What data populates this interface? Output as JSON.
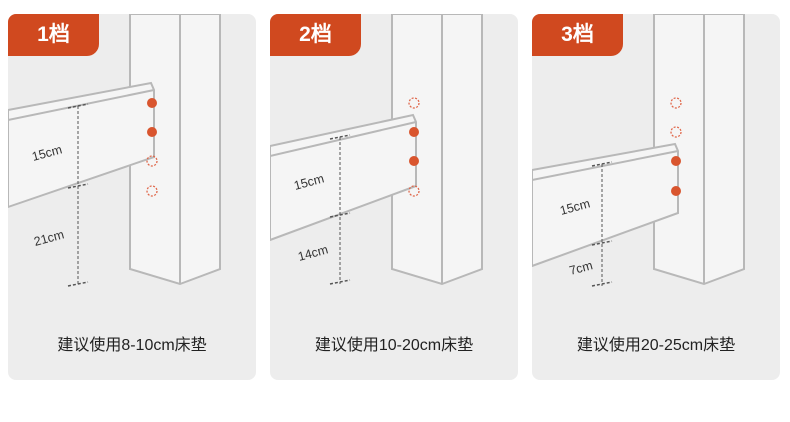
{
  "colors": {
    "card_background": "#ededed",
    "badge_background": "#d0491f",
    "badge_text": "#ffffff",
    "hole_filled": "#d9552e",
    "hole_empty": "#e0674a",
    "structure_fill": "#f5f5f5",
    "structure_stroke": "#b8b8b8"
  },
  "icons": {
    "hole_filled": "filled-circle",
    "hole_empty": "dashed-circle"
  },
  "cards": [
    {
      "badge": "1档",
      "upper_measure": "15cm",
      "lower_measure": "21cm",
      "caption": "建议使用8-10cm床垫",
      "holes": [
        "filled",
        "filled",
        "empty",
        "empty"
      ]
    },
    {
      "badge": "2档",
      "upper_measure": "15cm",
      "lower_measure": "14cm",
      "caption": "建议使用10-20cm床垫",
      "holes": [
        "empty",
        "filled",
        "filled",
        "empty"
      ]
    },
    {
      "badge": "3档",
      "upper_measure": "15cm",
      "lower_measure": "7cm",
      "caption": "建议使用20-25cm床垫",
      "holes": [
        "empty",
        "empty",
        "filled",
        "filled"
      ]
    }
  ]
}
